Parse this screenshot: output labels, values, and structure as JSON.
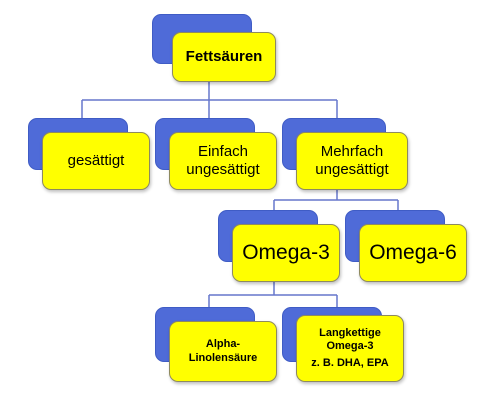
{
  "nodes": {
    "root": {
      "label": "Fettsäuren"
    },
    "saturated": {
      "label": "gesättigt"
    },
    "mono": {
      "line1": "Einfach",
      "line2": "ungesättigt"
    },
    "poly": {
      "line1": "Mehrfach",
      "line2": "ungesättigt"
    },
    "omega3": {
      "label": "Omega-3"
    },
    "omega6": {
      "label": "Omega-6"
    },
    "ala": {
      "line1": "Alpha-",
      "line2": "Linolensäure"
    },
    "long": {
      "line1": "Langkettige",
      "line2": "Omega-3",
      "line3": "z. B. DHA, EPA"
    }
  },
  "colors": {
    "box_fill": "#ffff00",
    "shadow_fill": "#4f6bd8",
    "connector": "#6677cc"
  }
}
